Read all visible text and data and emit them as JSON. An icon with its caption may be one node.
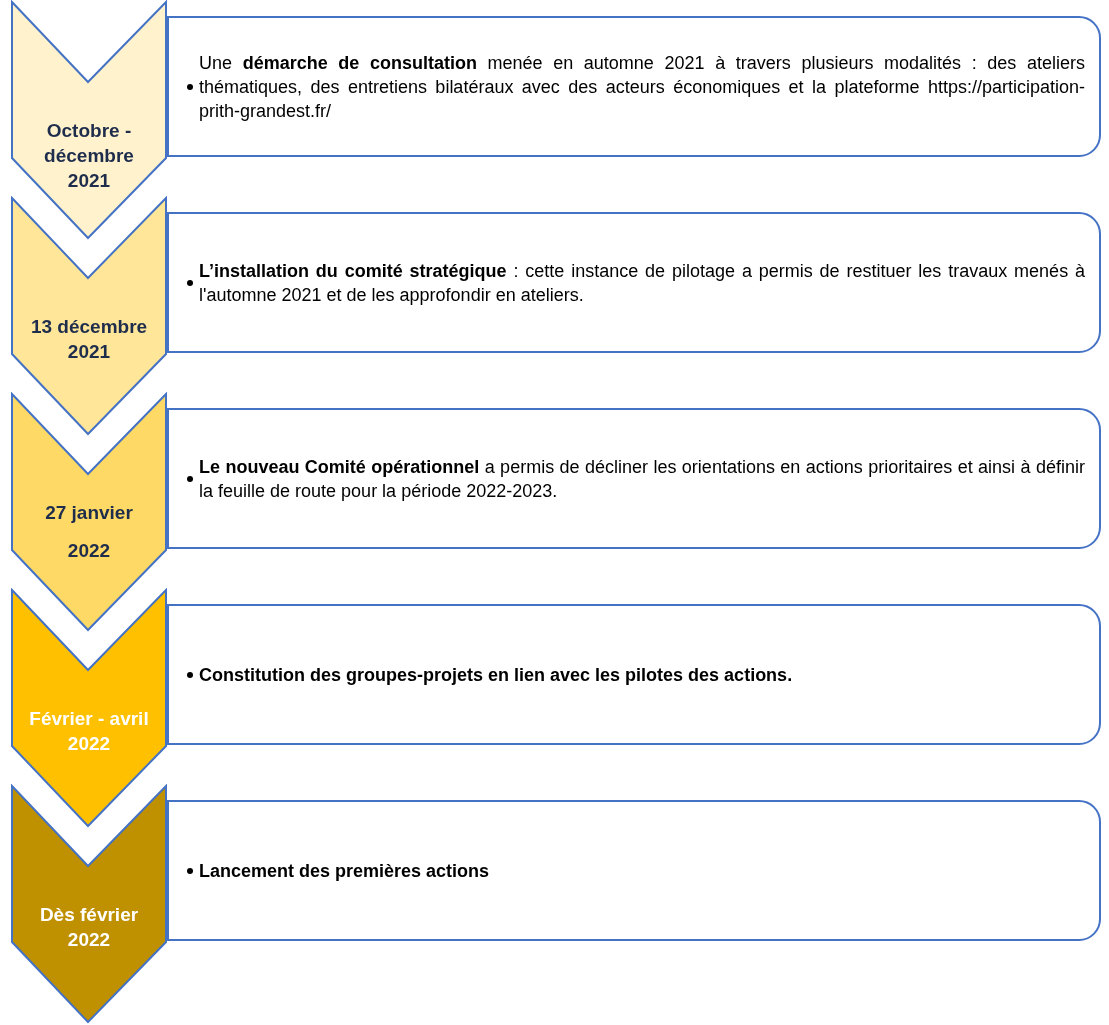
{
  "diagram": {
    "nodes": [
      {
        "text": [
          "Octobre - décembre 2021"
        ]
      },
      {
        "text": [
          "Une **démarche de consultation** menée en automne 2021 à travers plusieurs modalités : des ateliers thématiques, des entretiens bilatéraux avec des acteurs économiques et la plateforme https://participation-prith-grandest.fr/"
        ]
      },
      {
        "text": [
          "13 décembre 2021"
        ]
      },
      {
        "text": [
          "**L’installation du comité stratégique** : cette instance de pilotage a permis de restituer les travaux menés à l'automne 2021 et de les approfondir en ateliers."
        ]
      },
      {
        "text": [
          "27 janvier 2022"
        ]
      },
      {
        "text": [
          "**Le nouveau Comité opérationnel** a permis de décliner les orientations en actions prioritaires et ainsi à définir la feuille de route pour la période 2022-2023."
        ]
      },
      {
        "text": [
          "Février - avril 2022"
        ]
      },
      {
        "text": [
          "Constitution des groupes-projets en lien avec les pilotes des actions."
        ]
      },
      {
        "text": [
          "Dès février 2022"
        ]
      },
      {
        "text": [
          "Lancement des premières actions"
        ]
      }
    ]
  }
}
